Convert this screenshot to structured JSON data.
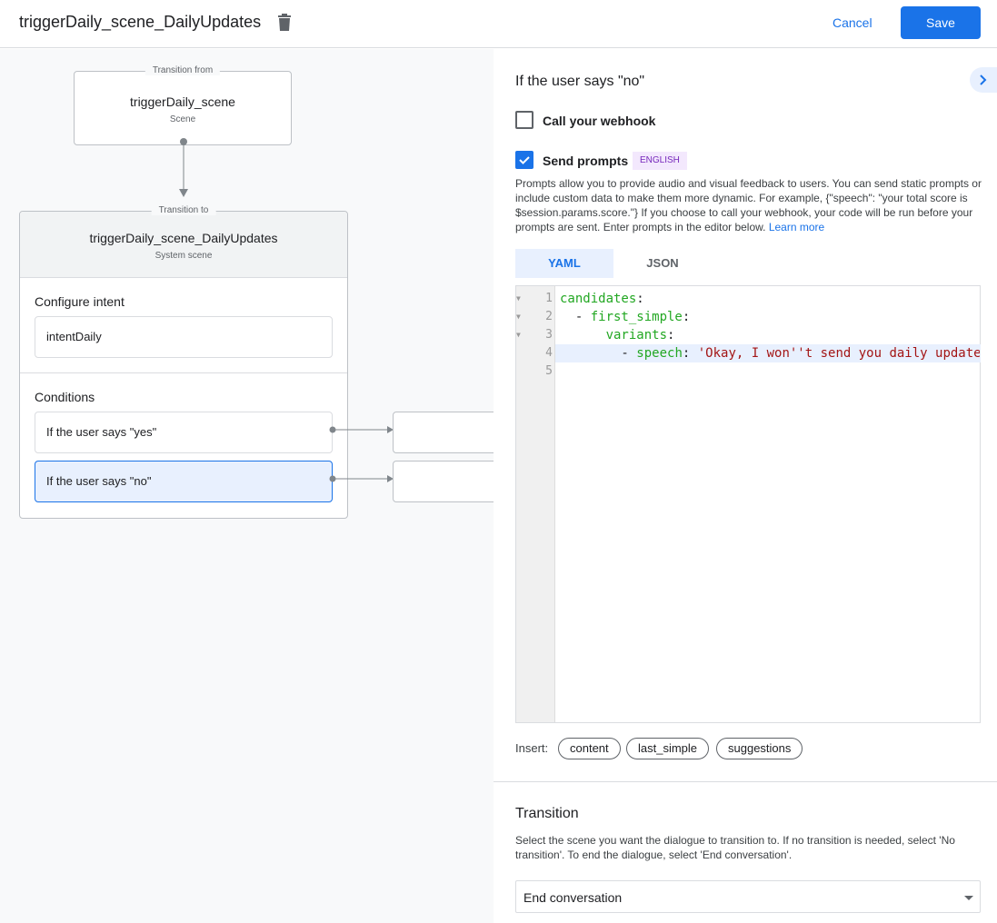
{
  "header": {
    "title": "triggerDaily_scene_DailyUpdates",
    "cancel": "Cancel",
    "save": "Save"
  },
  "canvas": {
    "from": {
      "legend": "Transition from",
      "name": "triggerDaily_scene",
      "sub": "Scene"
    },
    "to": {
      "legend": "Transition to",
      "name": "triggerDaily_scene_DailyUpdates",
      "sub": "System scene",
      "intent_label": "Configure intent",
      "intent": "intentDaily",
      "conditions_label": "Conditions",
      "conditions": [
        "If the user says \"yes\"",
        "If the user says \"no\""
      ]
    }
  },
  "panel": {
    "heading": "If the user says \"no\"",
    "webhook": {
      "label": "Call your webhook",
      "checked": false
    },
    "prompts": {
      "label": "Send prompts",
      "checked": true,
      "badge": "ENGLISH",
      "description": "Prompts allow you to provide audio and visual feedback to users. You can send static prompts or include custom data to make them more dynamic. For example, {\"speech\": \"your total score is $session.params.score.\"} If you choose to call your webhook, your code will be run before your prompts are sent. Enter prompts in the editor below.",
      "learn_more": "Learn more"
    },
    "tabs": [
      "YAML",
      "JSON"
    ],
    "active_tab": "YAML",
    "code": {
      "line_numbers": [
        "1",
        "2",
        "3",
        "4",
        "5"
      ],
      "l1": "candidates",
      "l2": "first_simple",
      "l3": "variants",
      "l4key": "speech",
      "l4val": "'Okay, I won''t send you daily update"
    },
    "insert": {
      "label": "Insert:",
      "chips": [
        "content",
        "last_simple",
        "suggestions"
      ]
    },
    "transition": {
      "heading": "Transition",
      "description": "Select the scene you want the dialogue to transition to. If no transition is needed, select 'No transition'. To end the dialogue, select 'End conversation'.",
      "selected": "End conversation"
    }
  },
  "colors": {
    "accent": "#1a73e8",
    "selected_condition": "#e8f0fe",
    "badge_bg": "#f3e8fd",
    "badge_text": "#7627bb"
  }
}
